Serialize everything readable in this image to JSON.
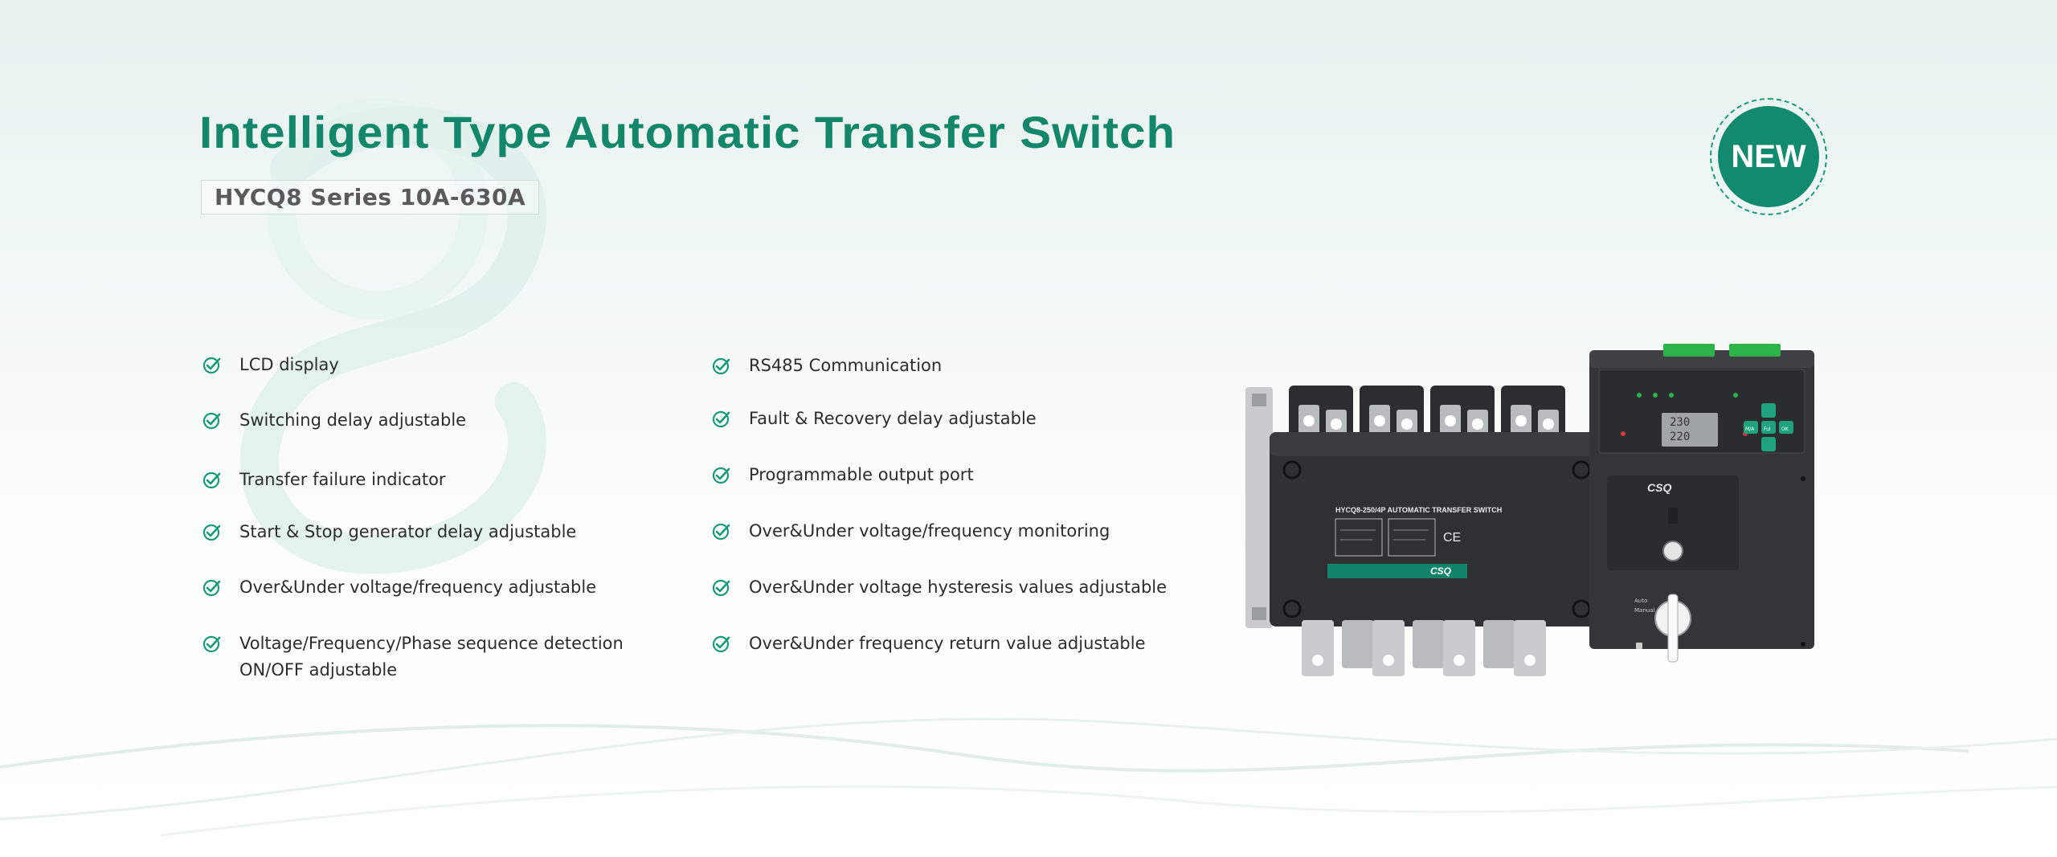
{
  "header": {
    "title": "Intelligent Type Automatic Transfer Switch",
    "subtitle": "HYCQ8 Series 10A-630A",
    "badge": "NEW"
  },
  "features_left": [
    "LCD display",
    "Switching delay adjustable",
    "Transfer failure indicator",
    "Start & Stop generator delay adjustable",
    "Over&Under voltage/frequency adjustable",
    "Voltage/Frequency/Phase sequence detection",
    "ON/OFF adjustable"
  ],
  "features_right": [
    "RS485 Communication",
    "Fault & Recovery delay adjustable",
    "Programmable output port",
    "Over&Under voltage/frequency monitoring",
    "Over&Under voltage hysteresis values adjustable",
    "Over&Under frequency return value adjustable"
  ],
  "product": {
    "model_label": "HYCQ8-250/4P AUTOMATIC TRANSFER SWITCH",
    "brand": "CSQ",
    "ce_mark": "CE",
    "lcd_line1": "230",
    "lcd_line2": "220",
    "btn_ma": "M/A",
    "btn_ok": "OK",
    "btn_ful": "Ful",
    "mode_label": "Auto",
    "mode_label2": "Manual"
  },
  "colors": {
    "brand_green": "#14876a",
    "badge_green": "#128a6e",
    "check_green": "#1a9a7a",
    "body_dark": "#2e3033"
  }
}
